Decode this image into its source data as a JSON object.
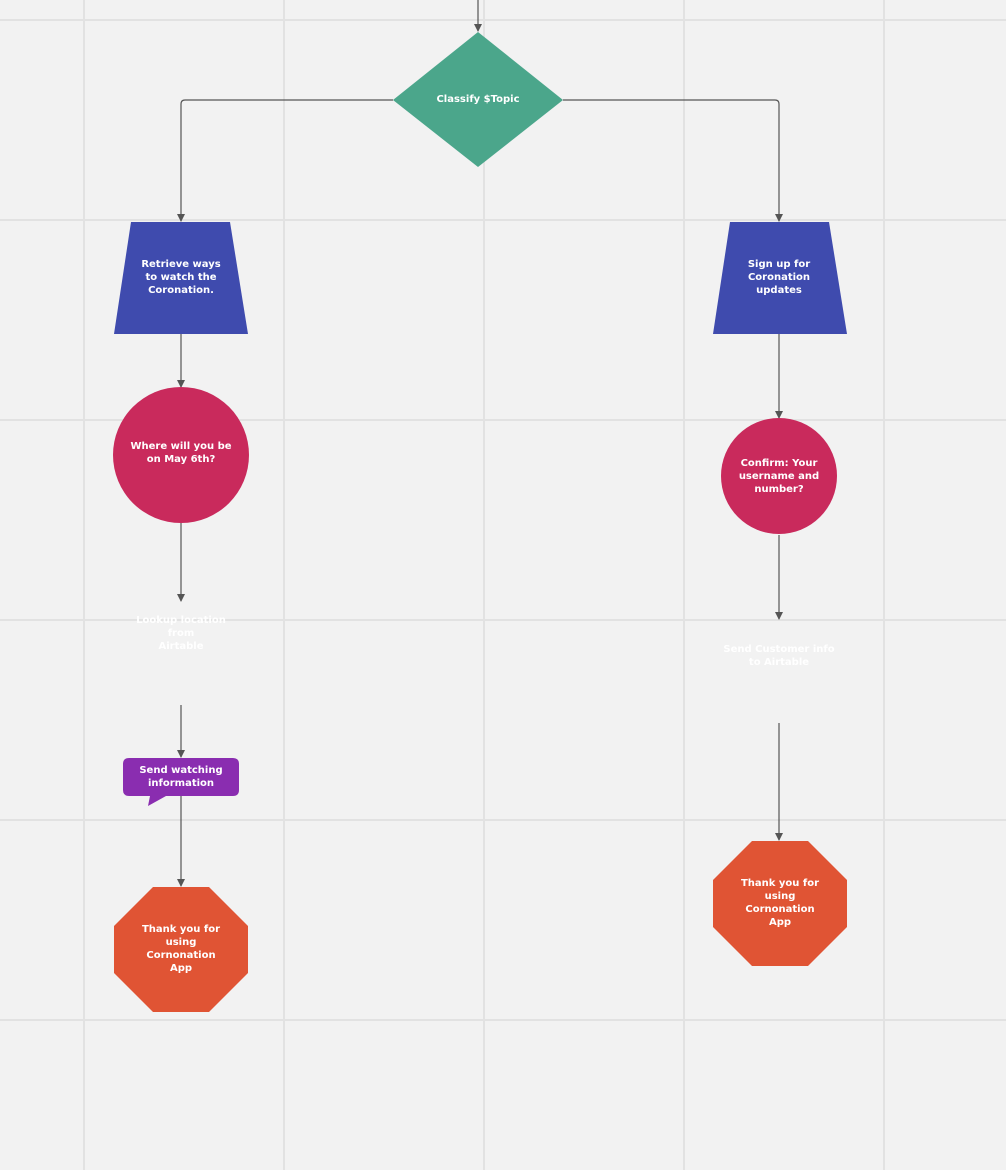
{
  "colors": {
    "background": "#f2f2f2",
    "grid": "#e2e2e2",
    "connector": "#555555",
    "decision": "#4ba68b",
    "trapezoid": "#3f4bae",
    "circle": "#c92a5c",
    "pentagon": "#808080",
    "callout": "#8a2db0",
    "octagon": "#e05434"
  },
  "nodes": {
    "classify": {
      "label": "Classify  $Topic",
      "shape": "diamond"
    },
    "retrieve": {
      "label": "Retrieve ways\nto watch the\nCoronation.",
      "shape": "trapezoid"
    },
    "where": {
      "label": "Where will you be\non May 6th?",
      "shape": "circle"
    },
    "lookup": {
      "label": "Lookup location from\nAirtable",
      "shape": "pentagon"
    },
    "send_watching": {
      "label": "Send watching\ninformation",
      "shape": "callout"
    },
    "thanks_left": {
      "label": "Thank you for\nusing\nCornonation\nApp",
      "shape": "octagon"
    },
    "signup": {
      "label": "Sign up for\nCoronation\nupdates",
      "shape": "trapezoid"
    },
    "confirm": {
      "label": "Confirm: Your\nusername and\nnumber?",
      "shape": "circle"
    },
    "send_customer": {
      "label": "Send Customer info\nto Airtable",
      "shape": "pentagon"
    },
    "thanks_right": {
      "label": "Thank you for\nusing\nCornonation\nApp",
      "shape": "octagon"
    }
  }
}
